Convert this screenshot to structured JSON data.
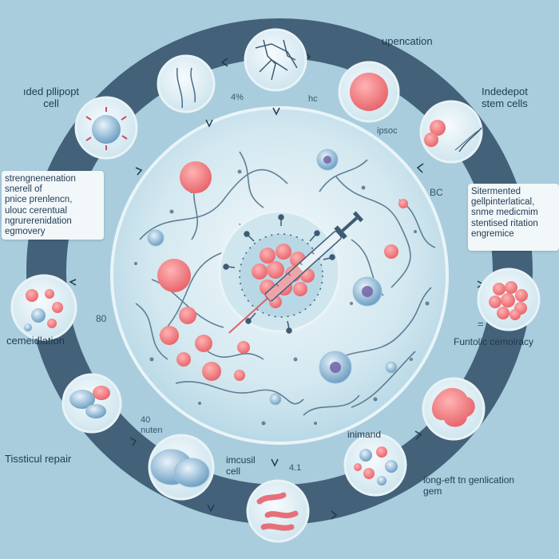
{
  "colors": {
    "background": "#a9cddd",
    "ring": "#3d5b73",
    "cell_fill": "#d7ebf2",
    "fiber": "#4a6d86",
    "red_cell": "#f07d80",
    "node_fill": "#e6f2f7"
  },
  "labels": {
    "top_left": "ıded pllipopt\ncell",
    "top_center": "upencation",
    "top_right": "Indedepot\nstem cells",
    "num_47": "4%",
    "hc": "hc",
    "ipsoc": "ipsoc",
    "left_box": "strengnenenation\nsnerell of\npnice prenlencn,\nulouc cerentual\nngrurerenidation\negmovery",
    "bc": "BC",
    "right_box": "Sitermented\ngellpinterlatical,\nsnme medicmim\nstentised ritation\nengremice",
    "num_80": "80",
    "left_middle": "cemeidlation",
    "equals": "=",
    "right_middle": "Funtolic cemoiracy",
    "num_40": "40\nnuten",
    "bottom_left": "Tissticul repair",
    "bottom_center": "imcusil\ncell",
    "num_41": "4.1",
    "inimand": "inimand",
    "bottom_right": "long-eft tn genlication\ngem"
  },
  "icons": {
    "node_top": "fiber-network-icon",
    "node_top_left_mid": "tissue-fragment-icon",
    "node_top_right": "red-cell-icon",
    "node_top_left": "virus-icon",
    "node_right_upper": "dna-strand-icon",
    "node_left_middle": "cell-cluster-icon",
    "node_right_middle": "red-cluster-icon",
    "node_left_lower": "organelle-icon",
    "node_right_lower": "tissue-flower-icon",
    "node_bottom_left": "blue-cells-icon",
    "node_bottom": "worm-cells-icon",
    "node_bottom_right": "mixed-cells-icon",
    "center_tool": "syringe-icon"
  }
}
